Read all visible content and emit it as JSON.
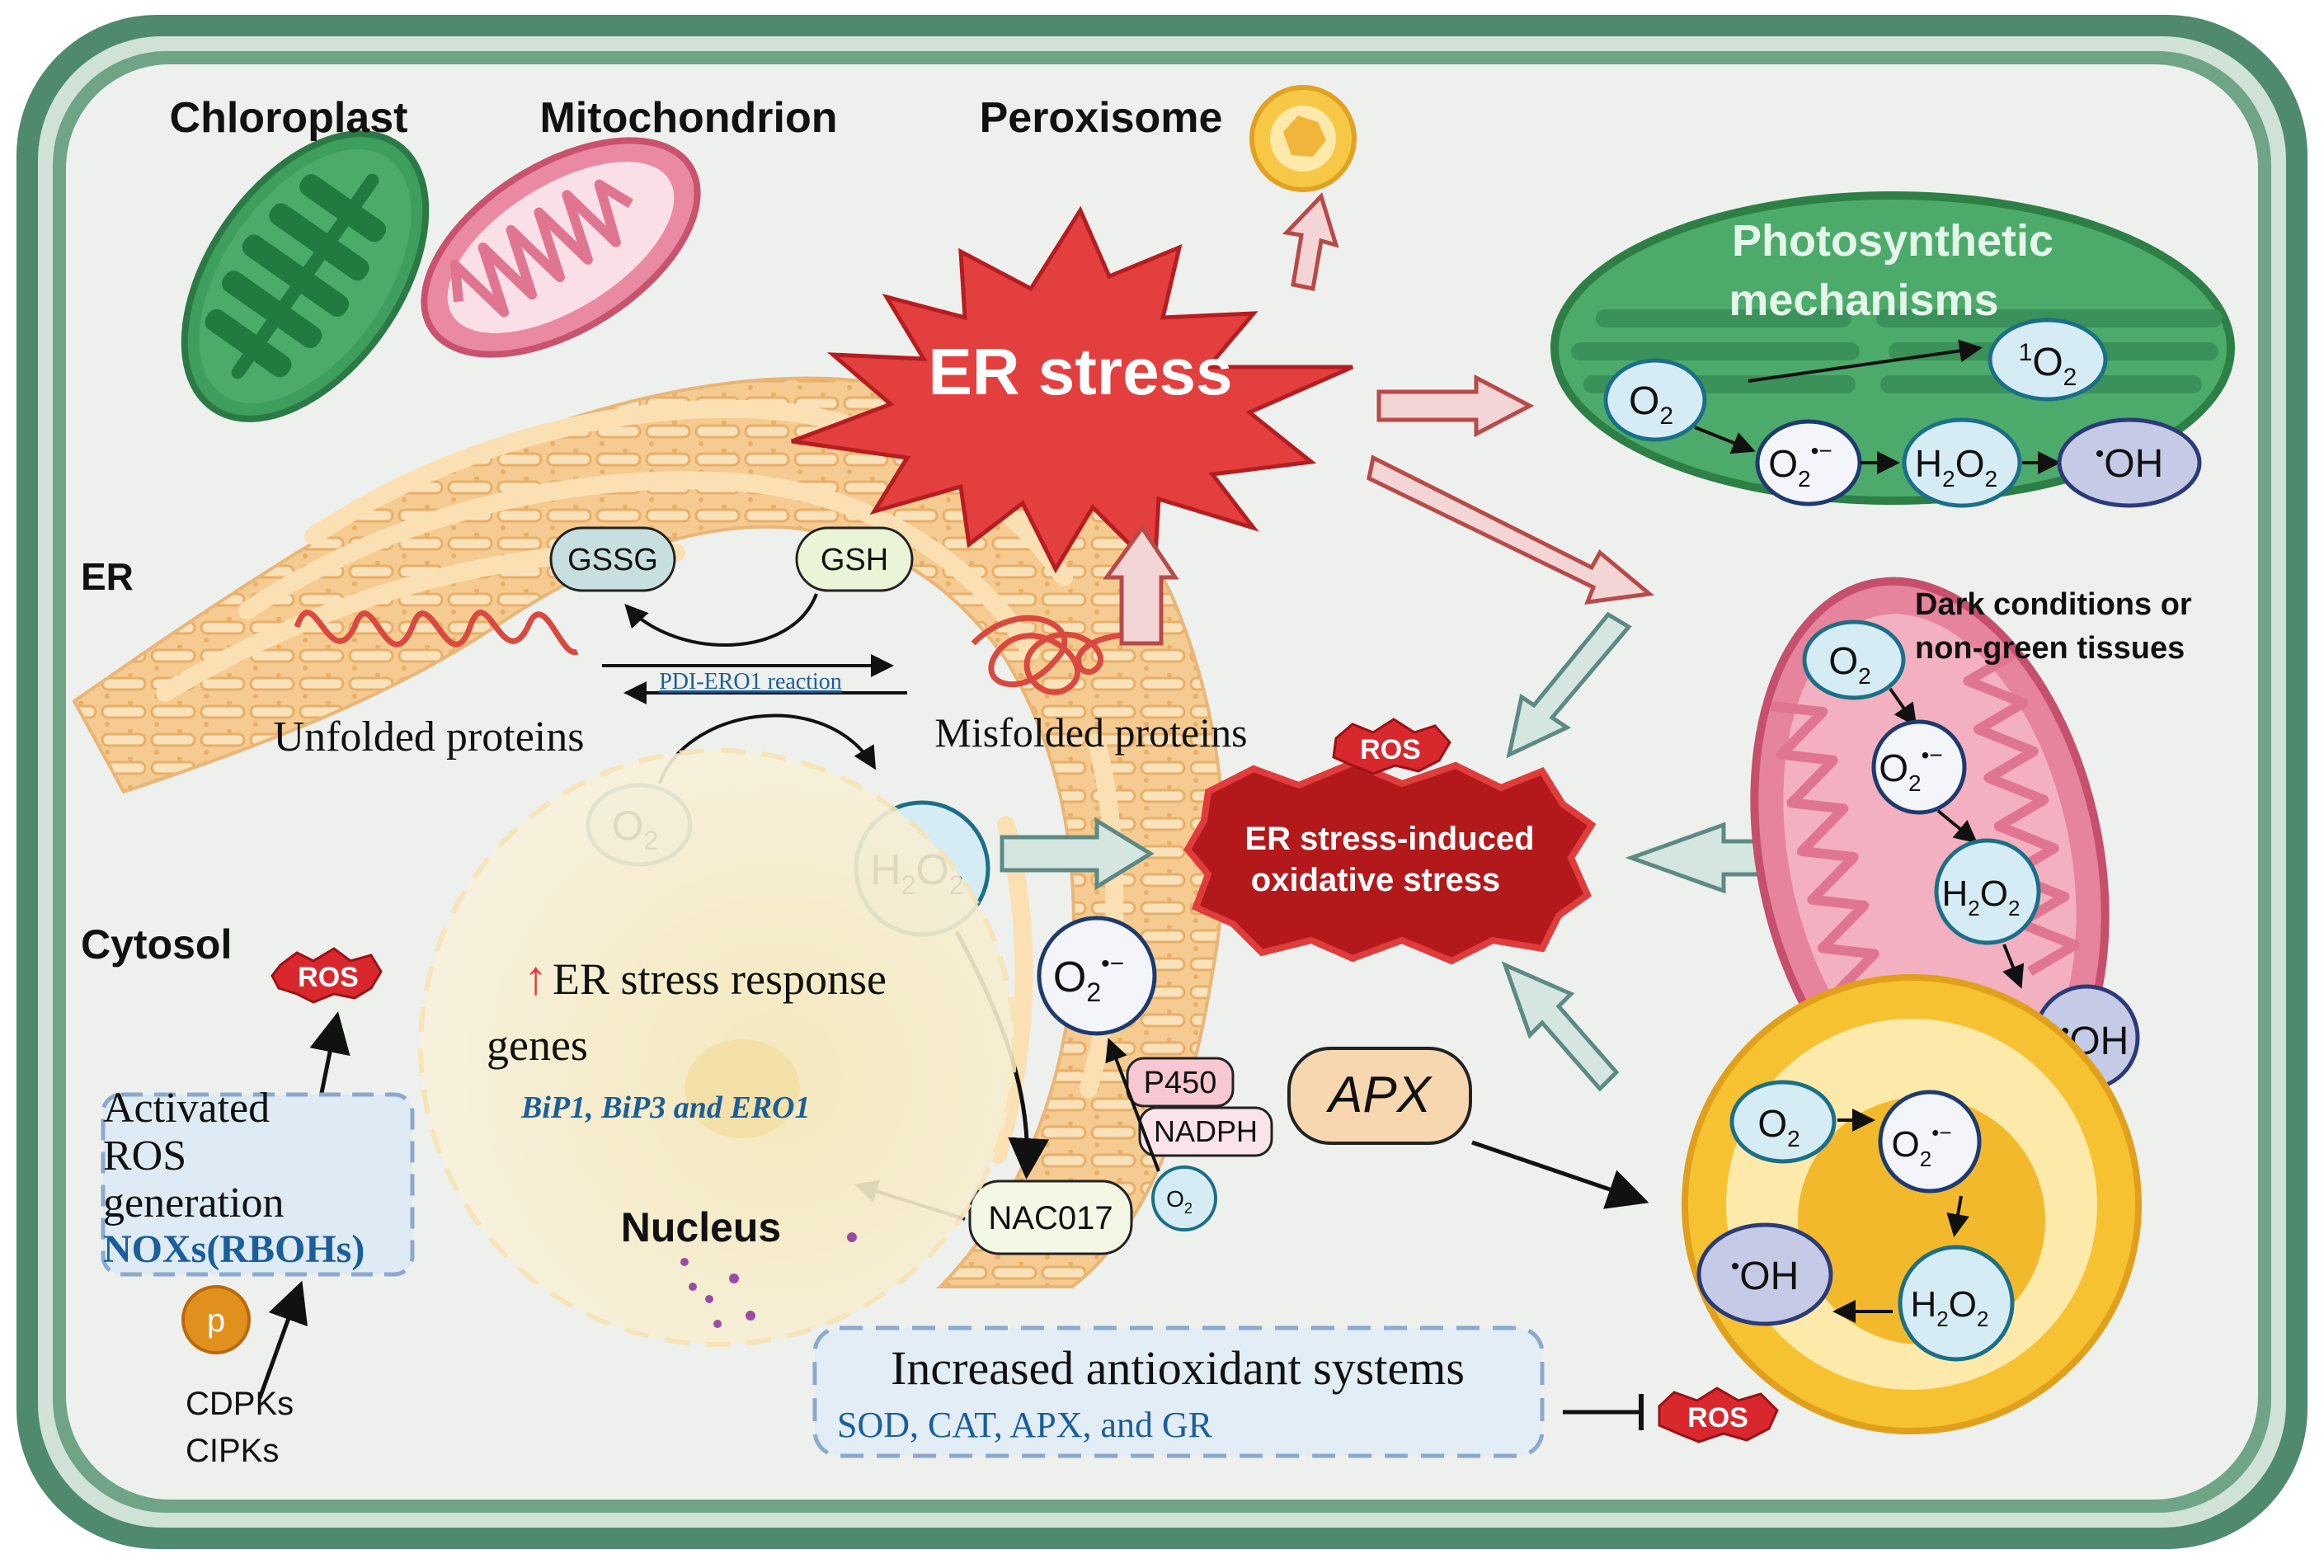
{
  "organelles": {
    "chloroplast": "Chloroplast",
    "mitochondrion": "Mitochondrion",
    "peroxisome": "Peroxisome",
    "er": "ER",
    "cytosol": "Cytosol",
    "nucleus": "Nucleus"
  },
  "er_stress": {
    "label": "ER stress",
    "gssg": "GSSG",
    "gsh": "GSH",
    "reaction": "PDI-ERO1 reaction",
    "unfolded": "Unfolded proteins",
    "misfolded": "Misfolded proteins",
    "o2": "O",
    "o2_sub": "2",
    "h2o2_a": "H",
    "h2o2_sub1": "2",
    "h2o2_b": "O",
    "h2o2_sub2": "2",
    "superoxide": "O",
    "superoxide_sub": "2",
    "superoxide_sup": "•−",
    "p450": "P450",
    "nadph": "NADPH",
    "small_o2": "O",
    "small_o2_sub": "2",
    "nac": "NAC017",
    "apx": "APX"
  },
  "oxidative": {
    "badge": "ROS",
    "line1": "ER stress-induced",
    "line2": "oxidative stress"
  },
  "nucleus_box": {
    "up_arrow": "↑",
    "line1": "ER stress response",
    "line2": "genes",
    "genes": "BiP1, BiP3 and ERO1"
  },
  "cytosol_box": {
    "ros": "ROS",
    "line1": "Activated",
    "line2": "ROS",
    "line3": "generation",
    "noxs": "NOXs(RBOHs)",
    "p": "p",
    "kinase1": "CDPKs",
    "kinase2": "CIPKs"
  },
  "photosynthetic": {
    "title1": "Photosynthetic",
    "title2": "mechanisms",
    "o2": "O",
    "o2_sub": "2",
    "singlet_sup": "1",
    "singlet": "O",
    "singlet_sub": "2",
    "superoxide": "O",
    "superoxide_sub": "2",
    "superoxide_sup": "•−",
    "h2o2_a": "H",
    "h2o2_sub1": "2",
    "h2o2_b": "O",
    "h2o2_sub2": "2",
    "oh_dot": "•",
    "oh": "OH"
  },
  "mito_pathway": {
    "label1": "Dark conditions or",
    "label2": "non-green tissues",
    "o2": "O",
    "o2_sub": "2",
    "superoxide": "O",
    "superoxide_sub": "2",
    "superoxide_sup": "•−",
    "h2o2_a": "H",
    "h2o2_sub1": "2",
    "h2o2_b": "O",
    "h2o2_sub2": "2",
    "oh_dot": "•",
    "oh": "OH"
  },
  "perox_pathway": {
    "o2": "O",
    "o2_sub": "2",
    "superoxide": "O",
    "superoxide_sub": "2",
    "superoxide_sup": "•−",
    "h2o2_a": "H",
    "h2o2_sub1": "2",
    "h2o2_b": "O",
    "h2o2_sub2": "2",
    "oh_dot": "•",
    "oh": "OH"
  },
  "antioxidant": {
    "title": "Increased antioxidant systems",
    "enzymes": "SOD, CAT, APX, and GR",
    "ros": "ROS"
  },
  "colors": {
    "cell_wall": "#4a8a6c",
    "cytoplasm": "#eef0ee",
    "chloroplast": "#3f9e5e",
    "mitochondrion": "#e07a95",
    "er": "#f7c98a",
    "er_stress": "#e03c3c",
    "oxidative": "#b8191c",
    "molecule": "#d6ecf5",
    "text_blue": "#1a5e9a"
  }
}
